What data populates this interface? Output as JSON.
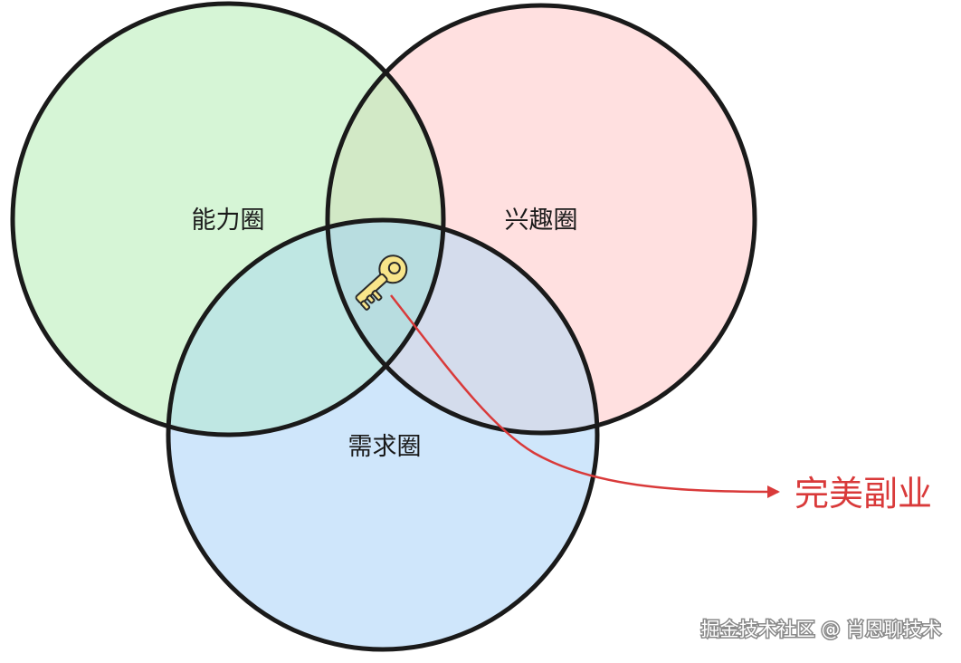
{
  "diagram": {
    "circles": [
      {
        "id": "ability",
        "label": "能力圈",
        "fill": "#d6f5d6"
      },
      {
        "id": "interest",
        "label": "兴趣圈",
        "fill": "#ffe0e0"
      },
      {
        "id": "demand",
        "label": "需求圈",
        "fill": "#cfe6fb"
      }
    ],
    "overlap_colors": {
      "ability_interest": "#d2e9c6",
      "ability_demand": "#bfe7e3",
      "interest_demand": "#d4dcec",
      "all_three": "#b8dde0"
    },
    "outline_color": "#1a1a1a",
    "key_icon": {
      "name": "key-icon",
      "color": "#f8e58a"
    },
    "arrow_color": "#d93a3a",
    "result_label": "完美副业",
    "result_color": "#d93a3a"
  },
  "watermark": "掘金技术社区 @ 肖恩聊技术"
}
